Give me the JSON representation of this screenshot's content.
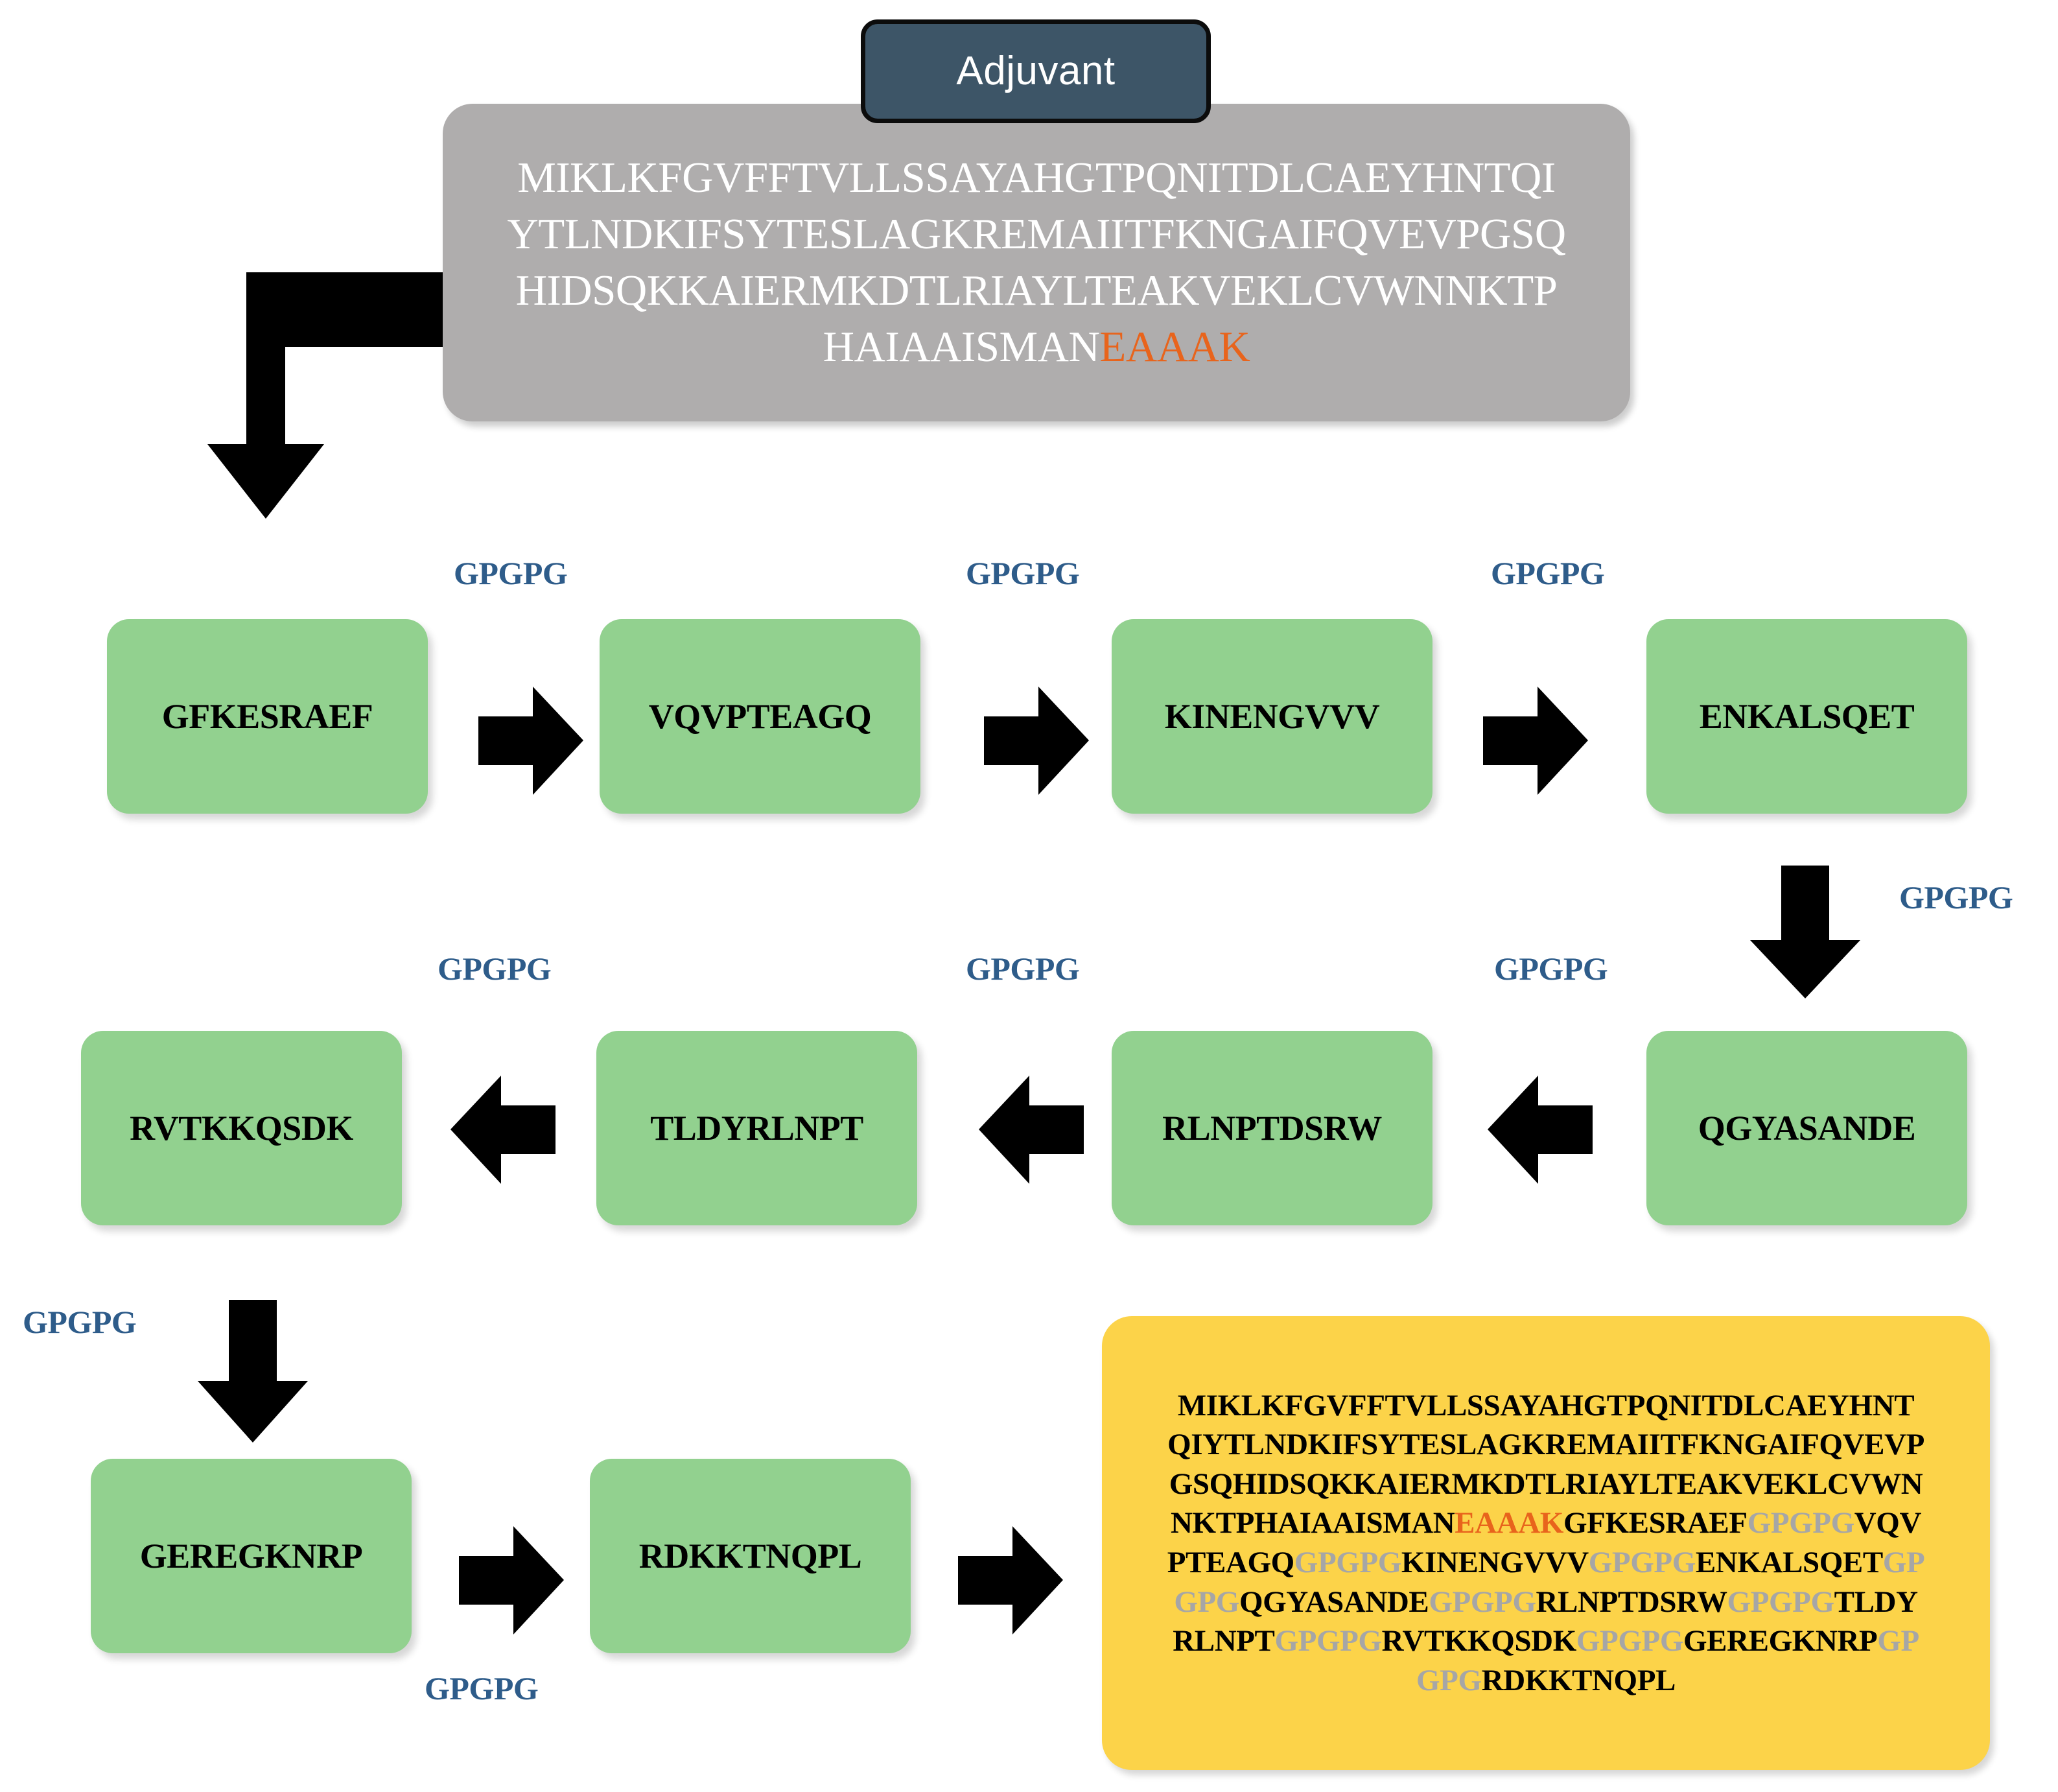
{
  "diagram": {
    "title": "Multi-epitope vaccine construct assembly",
    "colors": {
      "adjuvant_label_bg": "#3D5567",
      "adjuvant_box_bg": "#AFADAD",
      "epitope_bg": "#92D18F",
      "construct_bg": "#FCD349",
      "linker_eaaak": "#E8641C",
      "linker_gpgpg_label": "#2E5C8A",
      "linker_gpgpg_inline": "#A6A6A6",
      "arrow": "#000000"
    }
  },
  "adjuvant": {
    "label": "Adjuvant",
    "sequence_lines": [
      "MIKLKFGVFFTVLLSSAYAHGTPQNITDLCAEYHNTQI",
      "YTLNDKIFSYTESLAGKREMAIITFKNGAIFQVEVPGSQ",
      "HIDSQKKAIERMKDTLRIAYLTEAKVEKLCVWNNKTP",
      "HAIAAISMAN"
    ],
    "linker": "EAAAK"
  },
  "epitopes": [
    {
      "id": "ep1",
      "label": "GFKESRAEF"
    },
    {
      "id": "ep2",
      "label": "VQVPTEAGQ"
    },
    {
      "id": "ep3",
      "label": "KINENGVVV"
    },
    {
      "id": "ep4",
      "label": "ENKALSQET"
    },
    {
      "id": "ep5",
      "label": "QGYASANDE"
    },
    {
      "id": "ep6",
      "label": "RLNPTDSRW"
    },
    {
      "id": "ep7",
      "label": "TLDYRLNPT"
    },
    {
      "id": "ep8",
      "label": "RVTKKQSDK"
    },
    {
      "id": "ep9",
      "label": "GEREGKNRP"
    },
    {
      "id": "ep10",
      "label": "RDKKTNQPL"
    }
  ],
  "linker_labels": {
    "l1": "GPGPG",
    "l2": "GPGPG",
    "l3": "GPGPG",
    "l4": "GPGPG",
    "l5": "GPGPG",
    "l6": "GPGPG",
    "l7": "GPGPG",
    "l8": "GPGPG",
    "l9": "GPGPG"
  },
  "construct": {
    "lines": [
      [
        {
          "t": "MIKLKFGVFFTVLLSSAYAHGTPQNITDLCAEYHNT",
          "c": "black"
        }
      ],
      [
        {
          "t": "QIYTLNDKIFSYTESLAGKREMAIITFKNGAIFQVEVP",
          "c": "black"
        }
      ],
      [
        {
          "t": "GSQHIDSQKKAIERMKDTLRIAYLTEAKVEKLCVWN",
          "c": "black"
        }
      ],
      [
        {
          "t": "NKTPHAIAAISMAN",
          "c": "black"
        },
        {
          "t": "EAAAK",
          "c": "orange"
        },
        {
          "t": "GFKESRAEF",
          "c": "black"
        },
        {
          "t": "GPGPG",
          "c": "gray"
        },
        {
          "t": "VQV",
          "c": "black"
        }
      ],
      [
        {
          "t": "PTEAGQ",
          "c": "black"
        },
        {
          "t": "GPGPG",
          "c": "gray"
        },
        {
          "t": "KINENGVVV",
          "c": "black"
        },
        {
          "t": "GPGPG",
          "c": "gray"
        },
        {
          "t": "ENKALSQET",
          "c": "black"
        },
        {
          "t": "GP",
          "c": "gray"
        }
      ],
      [
        {
          "t": "GPG",
          "c": "gray"
        },
        {
          "t": "QGYASANDE",
          "c": "black"
        },
        {
          "t": "GPGPG",
          "c": "gray"
        },
        {
          "t": "RLNPTDSRW",
          "c": "black"
        },
        {
          "t": "GPGPG",
          "c": "gray"
        },
        {
          "t": "TLDY",
          "c": "black"
        }
      ],
      [
        {
          "t": "RLNPT",
          "c": "black"
        },
        {
          "t": "GPGPG",
          "c": "gray"
        },
        {
          "t": "RVTKKQSDK",
          "c": "black"
        },
        {
          "t": "GPGPG",
          "c": "gray"
        },
        {
          "t": "GEREGKNRP",
          "c": "black"
        },
        {
          "t": "GP",
          "c": "gray"
        }
      ],
      [
        {
          "t": "GPG",
          "c": "gray"
        },
        {
          "t": "RDKKTNQPL",
          "c": "black"
        }
      ]
    ]
  }
}
